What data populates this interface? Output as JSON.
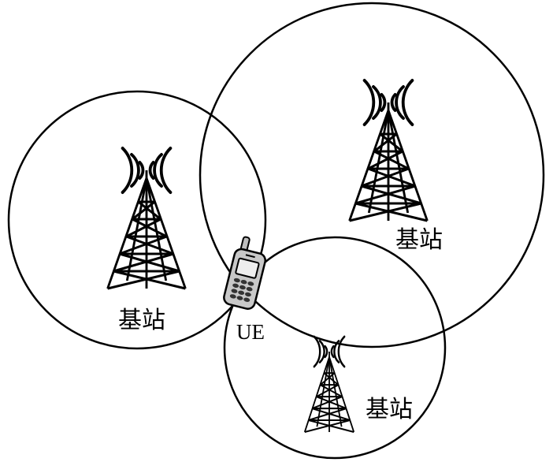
{
  "labels": {
    "station_left": "基站",
    "station_top_right": "基站",
    "station_bottom": "基站",
    "ue": "UE"
  },
  "colors": {
    "stroke": "#000000",
    "background": "#ffffff",
    "phone_body": "#c8c8c8",
    "phone_screen": "#eeeeee",
    "phone_keys": "#333333"
  },
  "icons": {
    "tower": "cell-tower-icon",
    "signal": "signal-waves-icon",
    "phone": "mobile-phone-icon"
  }
}
